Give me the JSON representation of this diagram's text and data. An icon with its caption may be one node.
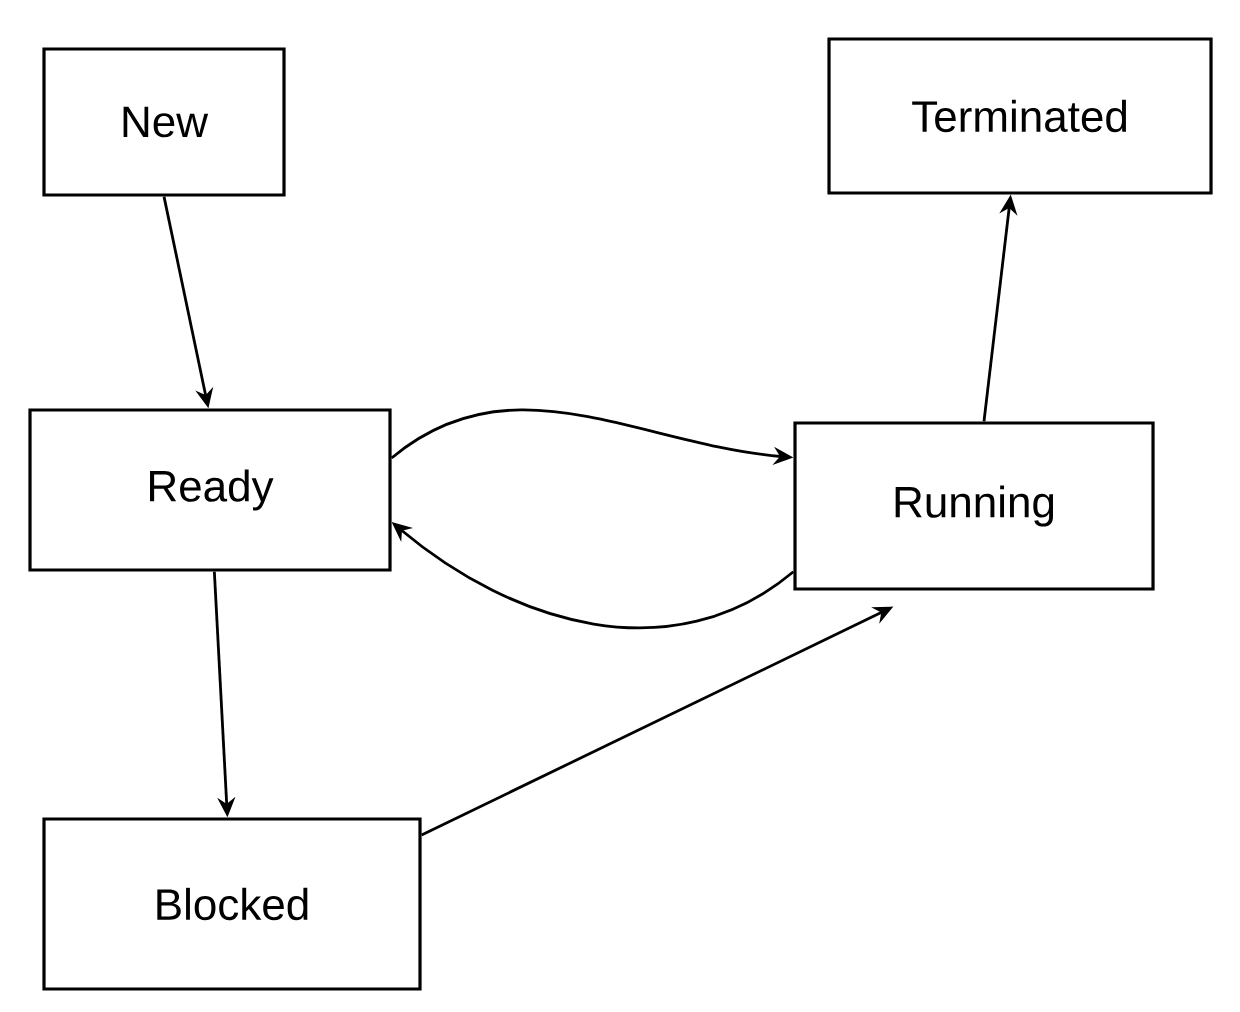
{
  "diagram": {
    "nodes": [
      {
        "text": [
          "New"
        ]
      },
      {
        "text": [
          "Ready"
        ]
      },
      {
        "text": [
          "Blocked"
        ]
      },
      {
        "text": [
          "Running"
        ]
      },
      {
        "text": [
          "Terminated"
        ]
      }
    ],
    "edges": [
      {
        "from": 0,
        "to": 1,
        "arrow": "to"
      },
      {
        "from": 1,
        "to": 3,
        "arrow": "to"
      },
      {
        "from": 3,
        "to": 1,
        "arrow": "to"
      },
      {
        "from": 1,
        "to": 2,
        "arrow": "to"
      },
      {
        "from": 2,
        "to": 3,
        "arrow": "to"
      },
      {
        "from": 3,
        "to": 4,
        "arrow": "to"
      }
    ]
  }
}
